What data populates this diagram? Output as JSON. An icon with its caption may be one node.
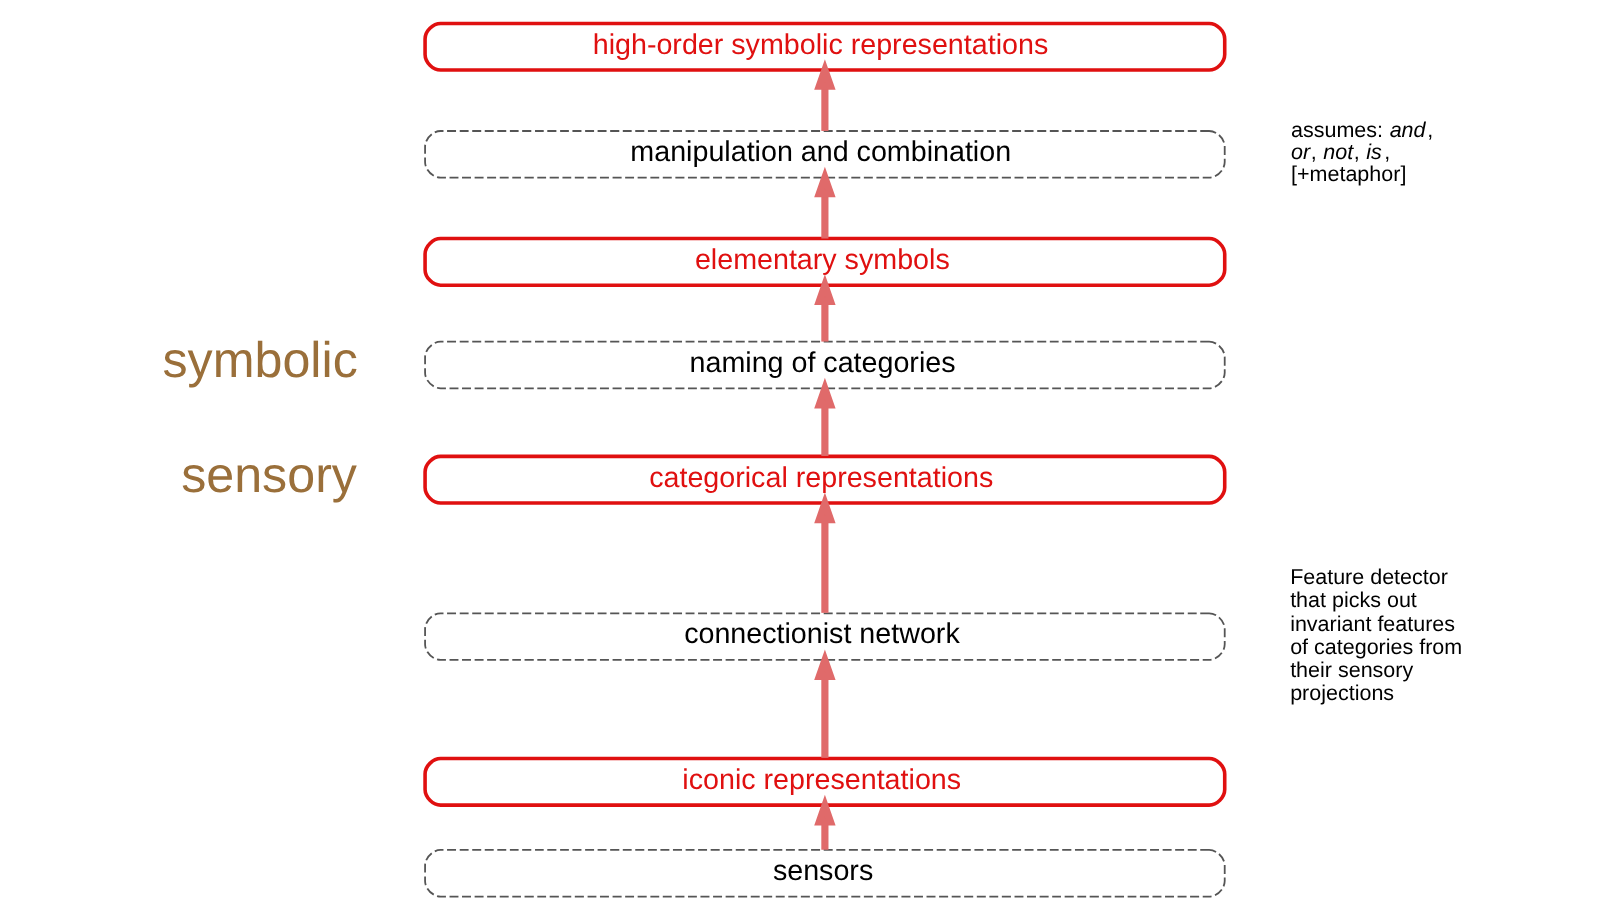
{
  "diagram": {
    "nodes": [
      {
        "text": [
          "high-order symbolic representations"
        ]
      },
      {
        "text": [
          "manipulation and combination"
        ],
        "beside": [
          "assumes: *and*, *or*, *not*, *is*, [+metaphor]"
        ]
      },
      {
        "text": [
          "elementary symbols"
        ]
      },
      {
        "text": [
          "naming of categories"
        ]
      },
      {
        "text": [
          "categorical representations"
        ]
      },
      {
        "text": [
          "connectionist network"
        ],
        "beside": [
          "Feature detector that picks out invariant features of categories from their sensory projections"
        ]
      },
      {
        "text": [
          "iconic representations"
        ]
      },
      {
        "text": [
          "sensors"
        ]
      }
    ],
    "edges": [
      {
        "from": 7,
        "to": 6,
        "arrow": "to"
      },
      {
        "from": 6,
        "to": 5,
        "arrow": "to"
      },
      {
        "from": 5,
        "to": 4,
        "arrow": "to"
      },
      {
        "from": 4,
        "to": 3,
        "arrow": "to"
      },
      {
        "from": 3,
        "to": 2,
        "arrow": "to"
      },
      {
        "from": 2,
        "to": 1,
        "arrow": "to"
      },
      {
        "from": 1,
        "to": 0,
        "arrow": "to"
      }
    ],
    "labels": [
      "symbolic",
      "sensory"
    ]
  }
}
